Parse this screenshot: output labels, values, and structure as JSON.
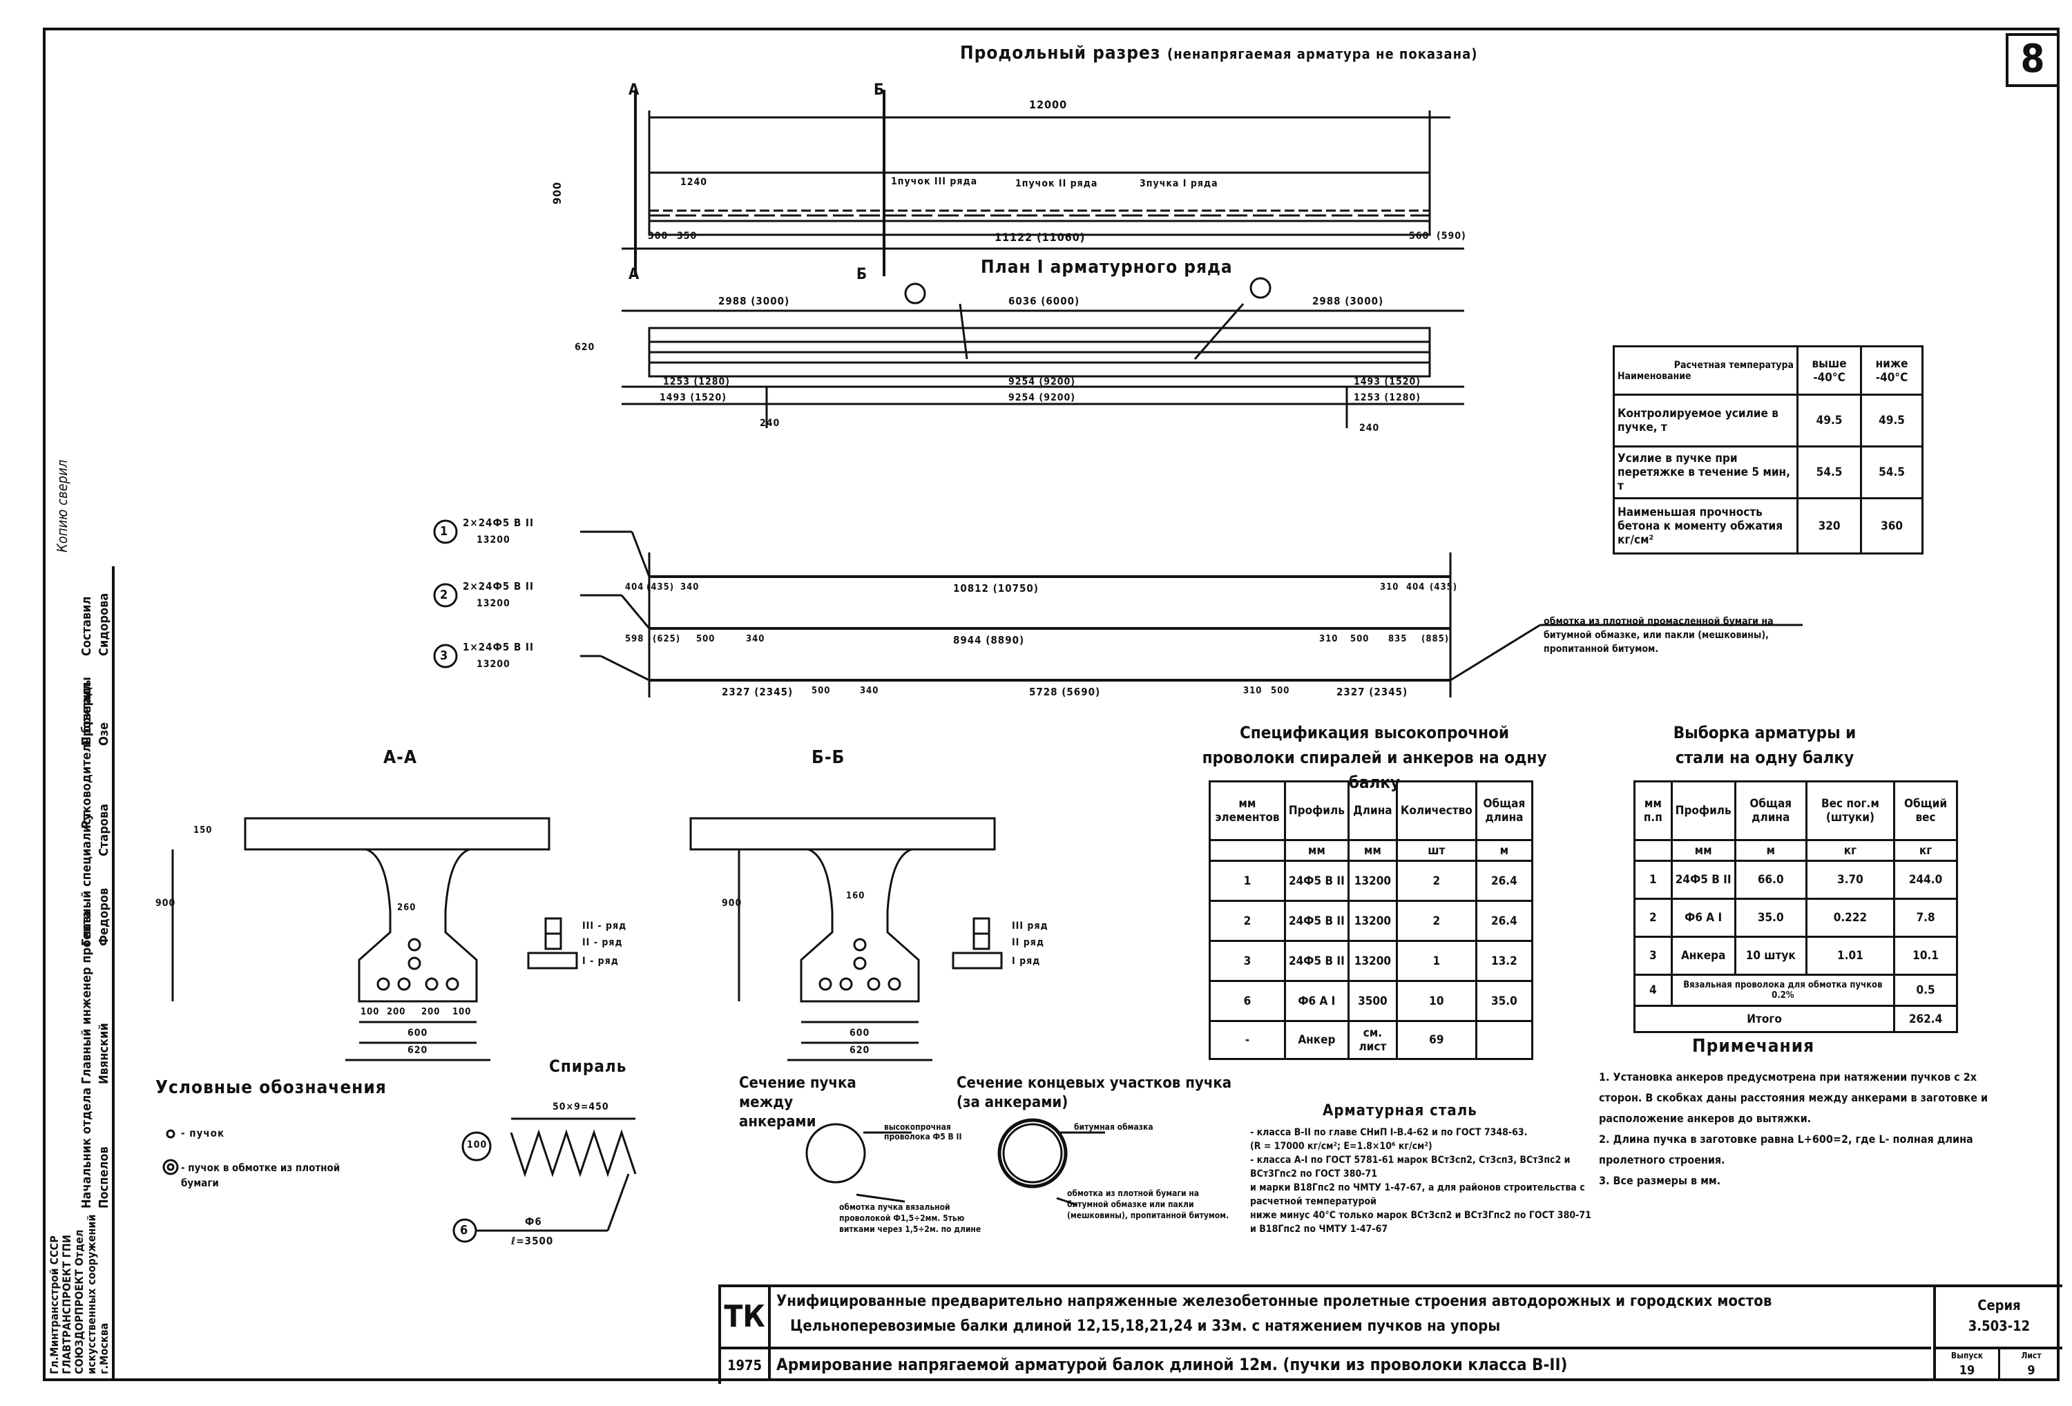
{
  "sheet_number": "8",
  "drawing": {
    "longitudinal_title": "Продольный разрез",
    "longitudinal_note": "(ненапрягаемая арматура не показана)",
    "plan_title": "План I арматурного ряда",
    "section_A_label": "А",
    "section_B_label": "Б",
    "dims_top": [
      "12000",
      "900",
      "1240",
      "11122 (11060)",
      "300",
      "350",
      "560",
      "(590)"
    ],
    "bundle_labels": [
      "1пучок III ряда",
      "1пучок II ряда",
      "3пучка I ряда"
    ],
    "plan_dims": [
      "2988 (3000)",
      "6036 (6000)",
      "2988 (3000)",
      "620",
      "1253 (1280)",
      "9254 (9200)",
      "1493 (1520)",
      "1493 (1520)",
      "9254 (9200)",
      "1253 (1280)",
      "240",
      "240"
    ],
    "bundles": [
      {
        "num": "1",
        "spec": "2×24Ф5 В II",
        "len": "13200",
        "dims": [
          "404",
          "(435)",
          "340",
          "10812 (10750)",
          "310",
          "404",
          "(435)"
        ]
      },
      {
        "num": "2",
        "spec": "2×24Ф5 В II",
        "len": "13200",
        "dims": [
          "340",
          "8944 (8890)",
          "310",
          "500",
          "835",
          "(885)",
          "500",
          "598",
          "(625)"
        ]
      },
      {
        "num": "3",
        "spec": "1×24Ф5 В II",
        "len": "13200",
        "dims": [
          "2327 (2345)",
          "500",
          "340",
          "5728 (5690)",
          "310",
          "500",
          "2327 (2345)"
        ]
      }
    ],
    "wrap_note": "обмотка из плотной промасленной бумаги на битумной обмазке, или пакли (мешковины), пропитанной битумом.",
    "sec_AA": "А-А",
    "sec_BB": "Б-Б",
    "rows_AA": [
      "III - ряд",
      "II - ряд",
      "I - ряд"
    ],
    "rows_BB": [
      "III ряд",
      "II ряд",
      "I ряд"
    ],
    "sec_dims": [
      "900",
      "150",
      "260",
      "160",
      "100",
      "200",
      "200",
      "100",
      "600",
      "620"
    ]
  },
  "legend": {
    "title": "Условные обозначения",
    "items": [
      "- пучок",
      "- пучок в обмотке из плотной бумаги"
    ]
  },
  "spiral": {
    "title": "Спираль",
    "dim": "50×9=450",
    "circle_left": "100",
    "mark": "6",
    "rod": "Ф6",
    "length": "ℓ=3500"
  },
  "bundle_sections": {
    "title1": "Сечение пучка между анкерами",
    "title2": "Сечение концевых участков пучка (за анкерами)",
    "note1": "высокопрочная проволока Ф5 В II",
    "note2": "обмотка пучка вязальной проволокой Ф1,5÷2мм. 5тью витками через 1,5÷2м. по длине",
    "note3": "битумная обмазка",
    "note4": "обмотка из плотной бумаги на битумной обмазке или пакли (мешковины), пропитанной битумом."
  },
  "temp_table": {
    "header_diag_top": "Расчетная температура",
    "header_diag_bottom": "Наименование",
    "col1": "выше -40°С",
    "col2": "ниже -40°С",
    "rows": [
      {
        "name": "Контролируемое усилие в пучке, т",
        "a": "49.5",
        "b": "49.5"
      },
      {
        "name": "Усилие в пучке при перетяжке в течение 5 мин, т",
        "a": "54.5",
        "b": "54.5"
      },
      {
        "name": "Наименьшая прочность бетона к моменту обжатия кг/см²",
        "a": "320",
        "b": "360"
      }
    ]
  },
  "spec_table": {
    "title": "Спецификация высокопрочной проволоки спиралей и анкеров на одну балку",
    "headers": [
      "мм элементов",
      "Профиль",
      "Длина",
      "Количество",
      "Общая длина"
    ],
    "units": [
      "",
      "мм",
      "мм",
      "шт",
      "м"
    ],
    "rows": [
      [
        "1",
        "24Ф5 В II",
        "13200",
        "2",
        "26.4"
      ],
      [
        "2",
        "24Ф5 В II",
        "13200",
        "2",
        "26.4"
      ],
      [
        "3",
        "24Ф5 В II",
        "13200",
        "1",
        "13.2"
      ],
      [
        "6",
        "Ф6 А I",
        "3500",
        "10",
        "35.0"
      ],
      [
        "-",
        "Анкер",
        "см. лист",
        "69",
        ""
      ]
    ]
  },
  "sample_table": {
    "title": "Выборка арматуры и стали на одну балку",
    "headers": [
      "мм п.п",
      "Профиль",
      "Общая длина",
      "Вес пог.м (штуки)",
      "Общий вес"
    ],
    "units": [
      "",
      "мм",
      "м",
      "кг",
      "кг"
    ],
    "rows": [
      [
        "1",
        "24Ф5 В II",
        "66.0",
        "3.70",
        "244.0"
      ],
      [
        "2",
        "Ф6 А I",
        "35.0",
        "0.222",
        "7.8"
      ],
      [
        "3",
        "Анкера",
        "10 штук",
        "1.01",
        "10.1"
      ],
      [
        "4",
        "Вязальная проволока для обмотка пучков 0.2%",
        "",
        "",
        "0.5"
      ]
    ],
    "total_label": "Итого",
    "total": "262.4"
  },
  "notes": {
    "title": "Примечания",
    "items": [
      "1. Установка анкеров предусмотрена при натяжении пучков с 2х сторон. В скобках даны расстояния между анкерами в заготовке и расположение анкеров до вытяжки.",
      "2. Длина пучка в заготовке равна L+600=2, где L- полная длина пролетного строения.",
      "3. Все размеры в мм."
    ]
  },
  "steel": {
    "title": "Арматурная сталь",
    "lines": [
      "- класса В-II по главе СНиП I-В.4-62 и по ГОСТ 7348-63.",
      "(R = 17000 кг/см²; Е=1.8×10⁶ кг/см²)",
      "- класса А-I по ГОСТ 5781-61 марок ВСт3сп2, Ст3сп3, ВСт3пс2 и ВСт3Гпс2 по ГОСТ 380-71",
      "и марки В18Гпс2 по ЧМТУ 1-47-67, а для районов строительства с расчетной температурой",
      "ниже минус 40°С только марок ВСт3сп2 и ВСт3Гпс2 по ГОСТ 380-71 и В18Гпс2 по ЧМТУ 1-47-67"
    ]
  },
  "title_block": {
    "tk": "ТК",
    "year": "1975",
    "line1": "Унифицированные предварительно напряженные железобетонные пролетные строения автодорожных и городских мостов",
    "line2": "Цельноперевозимые балки длиной 12,15,18,21,24 и 33м. с натяжением пучков на упоры",
    "line3": "Армирование напрягаемой арматурой балок длиной 12м. (пучки из проволоки класса В-II)",
    "series_label": "Серия",
    "series": "3.503-12",
    "issue_label": "Выпуск",
    "issue": "19",
    "sheet_label": "Лист",
    "sheet": "9"
  },
  "stamp": {
    "org": "Гл.Минтрансстрой СССР ГЛАВТРАНСПРОЕКТ ГПИ СОЮЗДОРПРОЕКТ Отдел искусственных сооружений г.Москва",
    "roles": [
      "Составил",
      "Проверил",
      "Руководитель бригады",
      "Главный специалист",
      "Главный инженер проекта",
      "Начальник отдела"
    ],
    "names": [
      "Сидорова",
      "Озе",
      "Старова",
      "Федоров",
      "Ивянский",
      "Поспелов"
    ],
    "side_note": "Копию сверил"
  }
}
